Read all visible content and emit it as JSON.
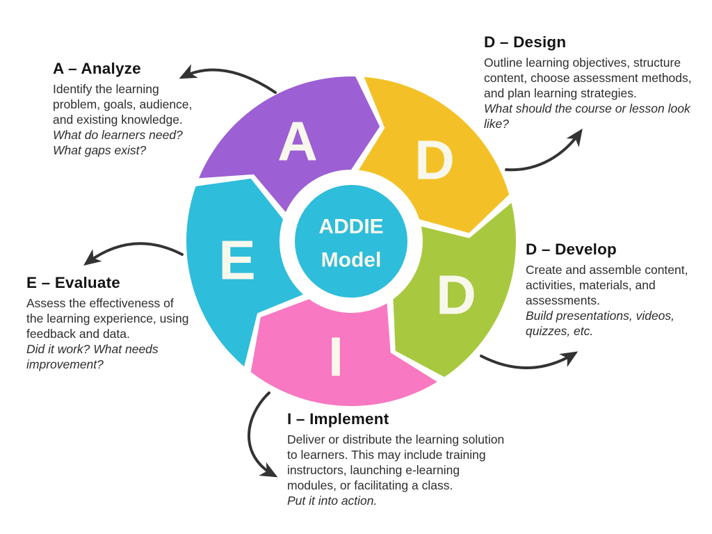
{
  "wheel": {
    "center": {
      "line1": "ADDIE",
      "line2": "Model",
      "color": "#2ebdda"
    },
    "letter_color": "#f8f7ec",
    "arrow_color": "#333333",
    "segments": [
      {
        "letter": "A",
        "phase": "Analyze",
        "color": "#9c5fd4"
      },
      {
        "letter": "D",
        "phase": "Design",
        "color": "#f3c127"
      },
      {
        "letter": "D",
        "phase": "Develop",
        "color": "#a8c93f"
      },
      {
        "letter": "I",
        "phase": "Implement",
        "color": "#f878c1"
      },
      {
        "letter": "E",
        "phase": "Evaluate",
        "color": "#2ebdda"
      }
    ]
  },
  "blocks": {
    "analyze": {
      "title": "A – Analyze",
      "body": "Identify the learning problem, goals, audience, and existing knowledge.",
      "question": "What do learners need? What gaps exist?"
    },
    "design": {
      "title": "D – Design",
      "body": "Outline learning objectives, structure content, choose assessment methods, and plan learning strategies.",
      "question": "What should the course or lesson look like?"
    },
    "develop": {
      "title": "D – Develop",
      "body": "Create and assemble content, activities, materials, and assessments.",
      "question": "Build presentations, videos, quizzes, etc."
    },
    "implement": {
      "title": "I – Implement",
      "body": "Deliver or distribute the learning solution to learners. This may include training instructors, launching e-learning modules, or facilitating a class.",
      "question": "Put it into action."
    },
    "evaluate": {
      "title": "E – Evaluate",
      "body": "Assess the effectiveness of the learning experience, using feedback and data.",
      "question": "Did it work? What needs improvement?"
    }
  }
}
